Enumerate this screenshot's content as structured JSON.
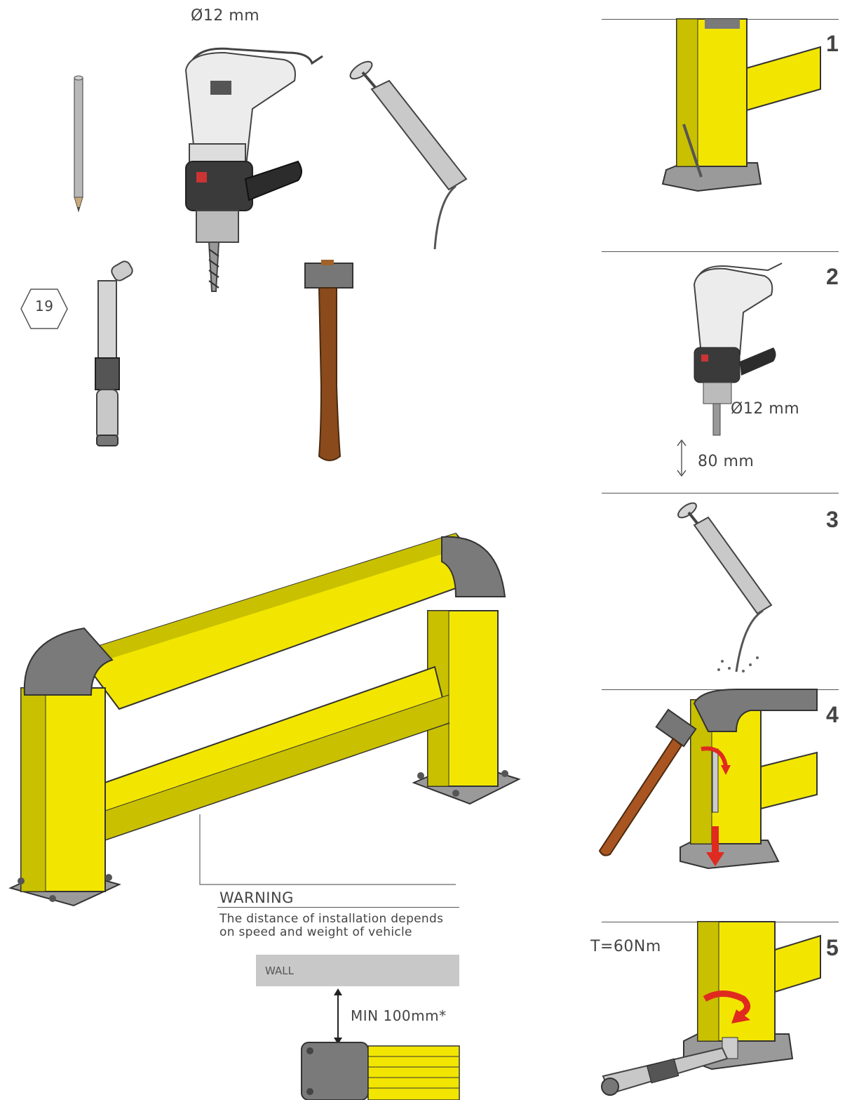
{
  "tools": {
    "drill_diameter": "Ø12 mm",
    "socket_size": "19"
  },
  "steps": [
    {
      "number": "1"
    },
    {
      "number": "2",
      "diameter": "Ø12 mm",
      "depth": "80 mm"
    },
    {
      "number": "3"
    },
    {
      "number": "4"
    },
    {
      "number": "5",
      "torque": "T=60Nm"
    }
  ],
  "warning": {
    "title": "WARNING",
    "line1": "The distance of installation depends",
    "line2": "on speed and weight of vehicle"
  },
  "wall": {
    "label": "WALL",
    "min_distance": "MIN 100mm*"
  },
  "colors": {
    "barrier_yellow": "#f2e600",
    "barrier_shadow": "#c9c000",
    "cap_gray": "#7a7a7a",
    "base_plate": "#9a9a9a",
    "arrow_red": "#e02a1f",
    "hammer_handle": "#8a4a1c",
    "wall_gray": "#c8c8c8"
  },
  "icons": [
    "pencil-icon",
    "drill-icon",
    "grease-gun-icon",
    "torque-wrench-icon",
    "hammer-icon",
    "hex-socket-icon"
  ]
}
